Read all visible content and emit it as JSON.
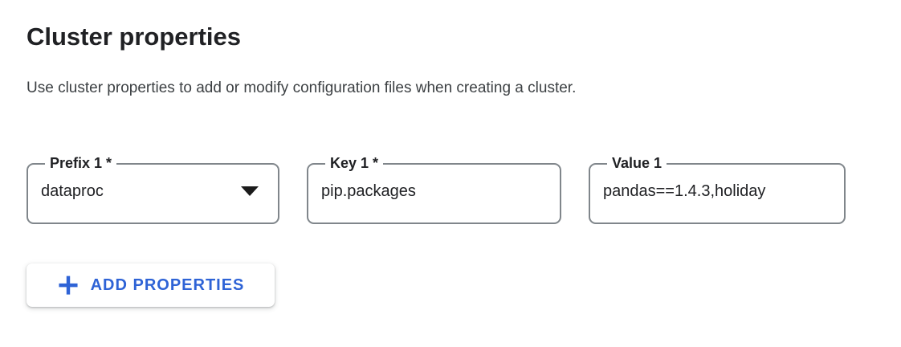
{
  "page": {
    "title": "Cluster properties",
    "description": "Use cluster properties to add or modify configuration files when creating a cluster."
  },
  "colors": {
    "accent_blue": "#2e63d6",
    "text_primary": "#202124",
    "text_secondary": "#3c4043",
    "field_border": "#80868b",
    "background": "#ffffff"
  },
  "property_row": {
    "prefix_field": {
      "label": "Prefix 1 *",
      "value": "dataproc",
      "control": "dropdown",
      "icon": "caret-down-icon"
    },
    "key_field": {
      "label": "Key 1 *",
      "value": "pip.packages",
      "control": "text-input"
    },
    "value_field": {
      "label": "Value 1",
      "value": "pandas==1.4.3,holiday",
      "control": "text-input"
    }
  },
  "actions": {
    "add_properties_label": "ADD PROPERTIES",
    "icon": "plus-icon"
  }
}
